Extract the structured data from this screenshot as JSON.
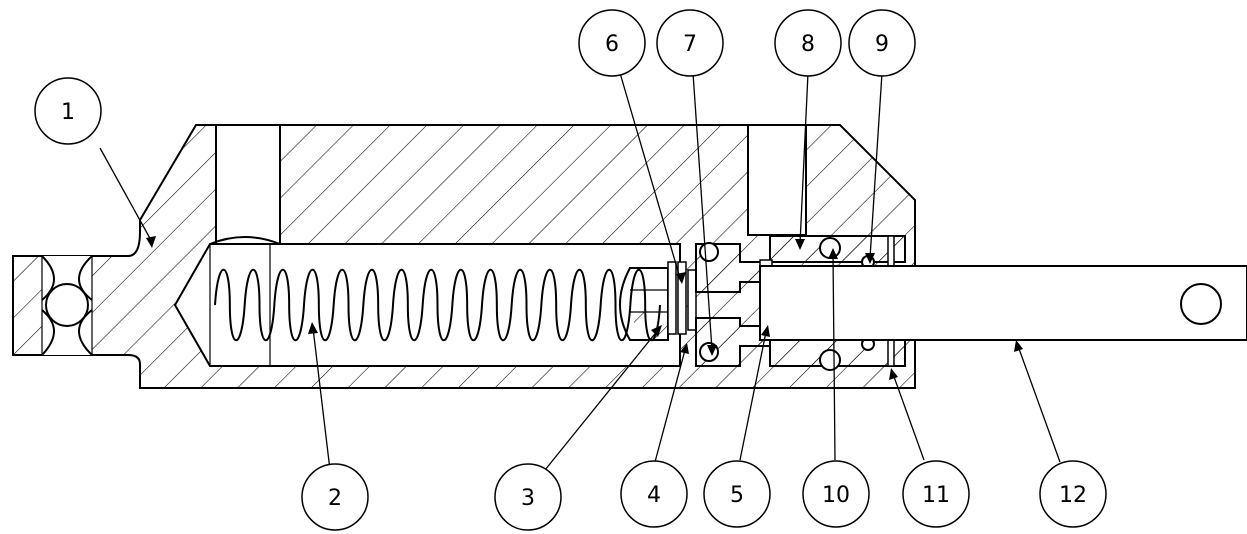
{
  "diagram": {
    "callouts": [
      {
        "id": "callout-1",
        "label": "1"
      },
      {
        "id": "callout-2",
        "label": "2"
      },
      {
        "id": "callout-3",
        "label": "3"
      },
      {
        "id": "callout-4",
        "label": "4"
      },
      {
        "id": "callout-5",
        "label": "5"
      },
      {
        "id": "callout-6",
        "label": "6"
      },
      {
        "id": "callout-7",
        "label": "7"
      },
      {
        "id": "callout-8",
        "label": "8"
      },
      {
        "id": "callout-9",
        "label": "9"
      },
      {
        "id": "callout-10",
        "label": "10"
      },
      {
        "id": "callout-11",
        "label": "11"
      },
      {
        "id": "callout-12",
        "label": "12"
      }
    ]
  }
}
